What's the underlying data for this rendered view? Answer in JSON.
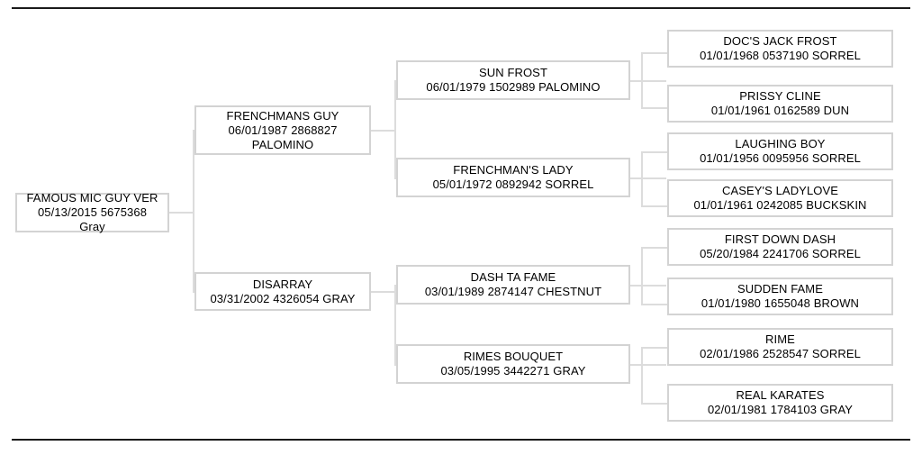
{
  "document": {
    "type": "pedigree-chart",
    "generations": 4,
    "rules": {
      "top": "horizontal-rule",
      "bottom": "horizontal-rule"
    },
    "colors": {
      "box_border": "#d3d3d3",
      "connector": "#dcdcdc",
      "rule": "#1a1a1a",
      "text": "#000000",
      "background": "#ffffff"
    }
  },
  "pedigree": {
    "subject": {
      "name": "FAMOUS MIC GUY VER",
      "details": "05/13/2015 5675368",
      "color": "Gray"
    },
    "generation2": [
      {
        "name": "FRENCHMANS GUY",
        "details": "06/01/1987 2868827",
        "color": "PALOMINO"
      },
      {
        "name": "DISARRAY",
        "details": "03/31/2002 4326054 GRAY"
      }
    ],
    "generation3": [
      {
        "name": "SUN FROST",
        "details": "06/01/1979 1502989 PALOMINO"
      },
      {
        "name": "FRENCHMAN'S LADY",
        "details": "05/01/1972 0892942 SORREL"
      },
      {
        "name": "DASH TA FAME",
        "details": "03/01/1989 2874147 CHESTNUT"
      },
      {
        "name": "RIMES BOUQUET",
        "details": "03/05/1995 3442271 GRAY"
      }
    ],
    "generation4": [
      {
        "name": "DOC'S JACK FROST",
        "details": "01/01/1968 0537190 SORREL"
      },
      {
        "name": "PRISSY CLINE",
        "details": "01/01/1961 0162589 DUN"
      },
      {
        "name": "LAUGHING BOY",
        "details": "01/01/1956 0095956 SORREL"
      },
      {
        "name": "CASEY'S LADYLOVE",
        "details": "01/01/1961 0242085 BUCKSKIN"
      },
      {
        "name": "FIRST DOWN DASH",
        "details": "05/20/1984 2241706 SORREL"
      },
      {
        "name": "SUDDEN FAME",
        "details": "01/01/1980 1655048 BROWN"
      },
      {
        "name": "RIME",
        "details": "02/01/1986 2528547 SORREL"
      },
      {
        "name": "REAL KARATES",
        "details": "02/01/1981 1784103 GRAY"
      }
    ]
  }
}
